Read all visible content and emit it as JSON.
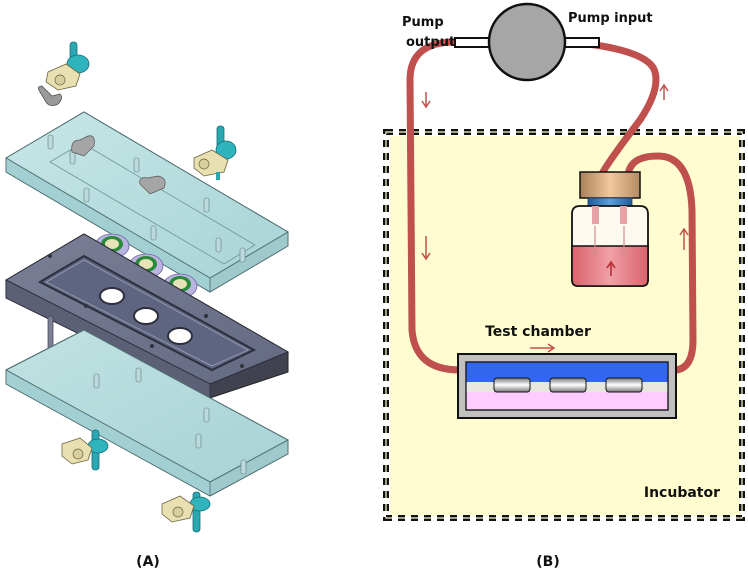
{
  "figure": {
    "panel_a": {
      "caption": "(A)",
      "description": "Exploded CAD view of flow chamber assembly",
      "components": [
        "top-plate",
        "middle-plate",
        "bottom-plate",
        "sample-holders",
        "wing-nuts",
        "tube-connectors",
        "guide-rods"
      ],
      "sample_holder_count": 3
    },
    "panel_b": {
      "caption": "(B)",
      "labels": {
        "pump_output": [
          "Pump",
          "output"
        ],
        "pump_input": "Pump input",
        "test_chamber": "Test chamber",
        "incubator": "Incubator"
      },
      "chamber_sample_count": 3,
      "colors": {
        "incubator_fill": "#fffdd0",
        "tubing": "#c0504d",
        "pump": "#a6a6a6",
        "chamber_frame": "#c0c0c0",
        "chamber_top_fluid": "#3366ee",
        "chamber_bottom_fluid": "#ffccff",
        "membrane": "#e8e8e0",
        "bottle_cap": "#d6a878",
        "bottle_neck": "#3a7fc8",
        "bottle_liquid": "#e07a80"
      }
    }
  }
}
